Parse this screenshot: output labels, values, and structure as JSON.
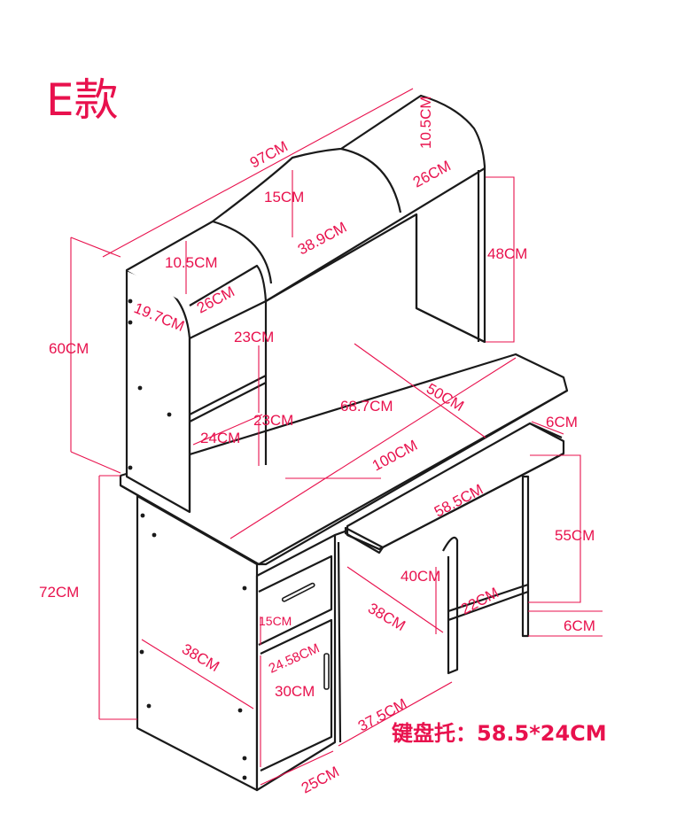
{
  "title": "E款",
  "caption": "键盘托：58.5*24CM",
  "accent_color": "#e8114d",
  "line_color": "#1a1a1a",
  "dimensions": {
    "top_width": "97CM",
    "hutch_height_side": "10.5CM",
    "hutch_right_shelf": "26CM",
    "hutch_mid_open": "15CM",
    "hutch_center_shelf": "38.9CM",
    "hutch_left_h": "10.5CM",
    "hutch_left_shelf": "26CM",
    "hutch_depth": "19.7CM",
    "hutch_right_h": "48CM",
    "hutch_total_h": "60CM",
    "left_shelf_h_upper": "23CM",
    "left_shelf_h_lower": "23CM",
    "left_shelf_w": "24CM",
    "open_width": "68.7CM",
    "desk_depth": "50CM",
    "desk_width": "100CM",
    "tray_rail": "6CM",
    "tray_width": "58.5CM",
    "tray_to_floor": "55CM",
    "desk_height": "72CM",
    "knee_height": "40CM",
    "cabinet_depth": "38CM",
    "knee_depth": "38CM",
    "shelf_22": "22CM",
    "base_6": "6CM",
    "drawer_h": "15CM",
    "drawer_w": "24.58CM",
    "door_h": "30CM",
    "bottom_37": "37.5CM",
    "cabinet_w": "25CM"
  }
}
